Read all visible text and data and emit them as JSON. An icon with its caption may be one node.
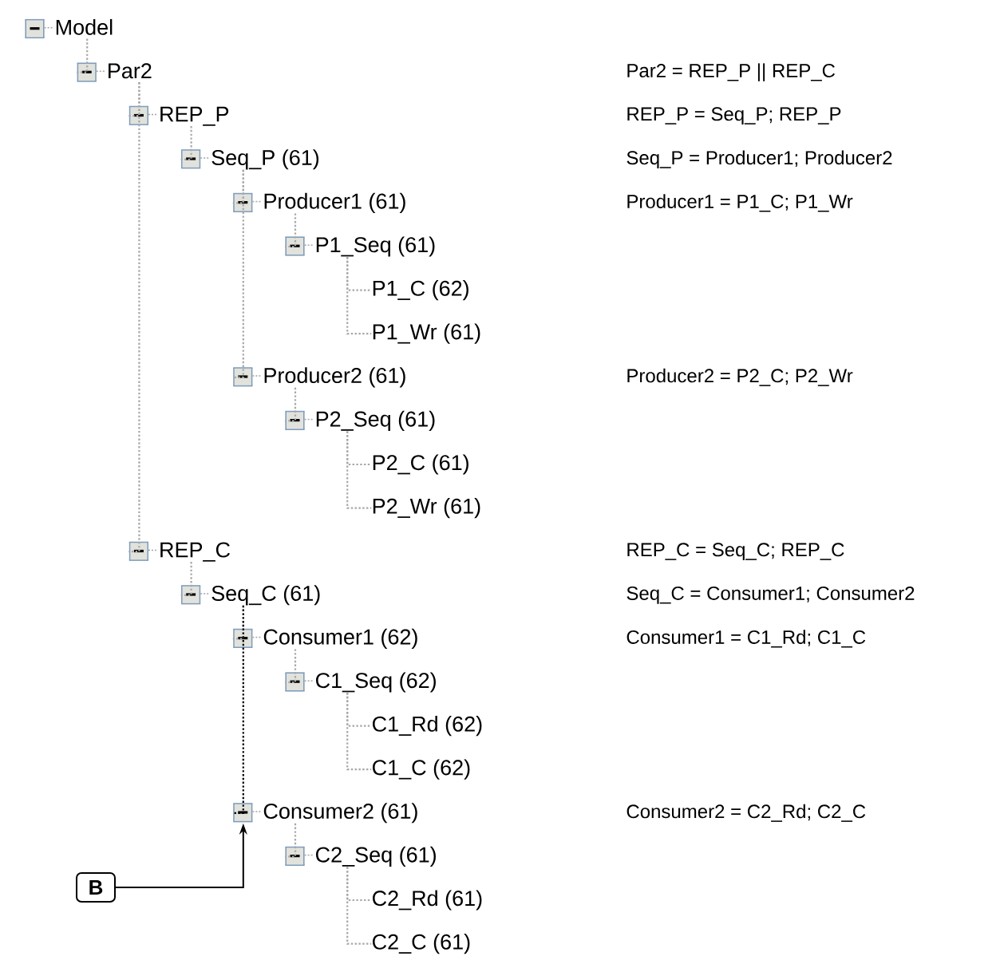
{
  "diagram": {
    "nodes": [
      {
        "text": [
          "Model"
        ]
      },
      {
        "text": [
          "Par2"
        ]
      },
      {
        "text": [
          "REP_P"
        ]
      },
      {
        "text": [
          "Seq_P (61)"
        ]
      },
      {
        "text": [
          "Producer1 (61)"
        ]
      },
      {
        "text": [
          "P1_Seq (61)"
        ]
      },
      {
        "text": [
          "P1_C (62)"
        ]
      },
      {
        "text": [
          "P1_Wr (61)"
        ]
      },
      {
        "text": [
          "Producer2 (61)"
        ]
      },
      {
        "text": [
          "P2_Seq (61)"
        ]
      },
      {
        "text": [
          "P2_C (61)"
        ]
      },
      {
        "text": [
          "P2_Wr (61)"
        ]
      },
      {
        "text": [
          "REP_C"
        ]
      },
      {
        "text": [
          "Seq_C (61)"
        ]
      },
      {
        "text": [
          "Consumer1 (62)"
        ]
      },
      {
        "text": [
          "C1_Seq (62)"
        ]
      },
      {
        "text": [
          "C1_Rd (62)"
        ]
      },
      {
        "text": [
          "C1_C (62)"
        ]
      },
      {
        "text": [
          "Consumer2 (61)"
        ]
      },
      {
        "text": [
          "C2_Seq (61)"
        ]
      },
      {
        "text": [
          "C2_Rd (61)"
        ]
      },
      {
        "text": [
          "C2_C (61)"
        ]
      },
      {
        "text": [
          "B"
        ]
      }
    ],
    "edges": [
      {
        "from": 0,
        "to": 1,
        "arrow": "none",
        "style": "dashed"
      },
      {
        "from": 1,
        "to": 2,
        "arrow": "none",
        "style": "dashed"
      },
      {
        "from": 2,
        "to": 3,
        "arrow": "none",
        "style": "dashed"
      },
      {
        "from": 3,
        "to": 4,
        "arrow": "none",
        "style": "dashed"
      },
      {
        "from": 4,
        "to": 5,
        "arrow": "none",
        "style": "dashed"
      },
      {
        "from": 5,
        "to": 6,
        "arrow": "none",
        "style": "dashed"
      },
      {
        "from": 5,
        "to": 7,
        "arrow": "none",
        "style": "dashed"
      },
      {
        "from": 3,
        "to": 8,
        "arrow": "none",
        "style": "dashed"
      },
      {
        "from": 8,
        "to": 9,
        "arrow": "none",
        "style": "dashed"
      },
      {
        "from": 9,
        "to": 10,
        "arrow": "none",
        "style": "dashed"
      },
      {
        "from": 9,
        "to": 11,
        "arrow": "none",
        "style": "dashed"
      },
      {
        "from": 1,
        "to": 12,
        "arrow": "none",
        "style": "dashed"
      },
      {
        "from": 12,
        "to": 13,
        "arrow": "none",
        "style": "dashed"
      },
      {
        "from": 13,
        "to": 14,
        "arrow": "none",
        "style": "dashed"
      },
      {
        "from": 14,
        "to": 15,
        "arrow": "none",
        "style": "dashed"
      },
      {
        "from": 15,
        "to": 16,
        "arrow": "none",
        "style": "dashed"
      },
      {
        "from": 15,
        "to": 17,
        "arrow": "none",
        "style": "dashed"
      },
      {
        "from": 13,
        "to": 18,
        "arrow": "none",
        "style": "dashed",
        "color": "#000000"
      },
      {
        "from": 18,
        "to": 19,
        "arrow": "none",
        "style": "dashed"
      },
      {
        "from": 19,
        "to": 20,
        "arrow": "none",
        "style": "dashed"
      },
      {
        "from": 19,
        "to": 21,
        "arrow": "none",
        "style": "dashed"
      },
      {
        "from": 22,
        "to": 18,
        "arrow": "to",
        "color": "#000000"
      }
    ],
    "labels": [
      "Par2 = REP_P || REP_C",
      "REP_P = Seq_P; REP_P",
      "Seq_P = Producer1; Producer2",
      "Producer1 = P1_C; P1_Wr",
      "Producer2 = P2_C; P2_Wr",
      "REP_C = Seq_C; REP_C",
      "Seq_C = Consumer1; Consumer2",
      "Consumer1 = C1_Rd; C1_C",
      "Consumer2 = C2_Rd; C2_C"
    ]
  }
}
